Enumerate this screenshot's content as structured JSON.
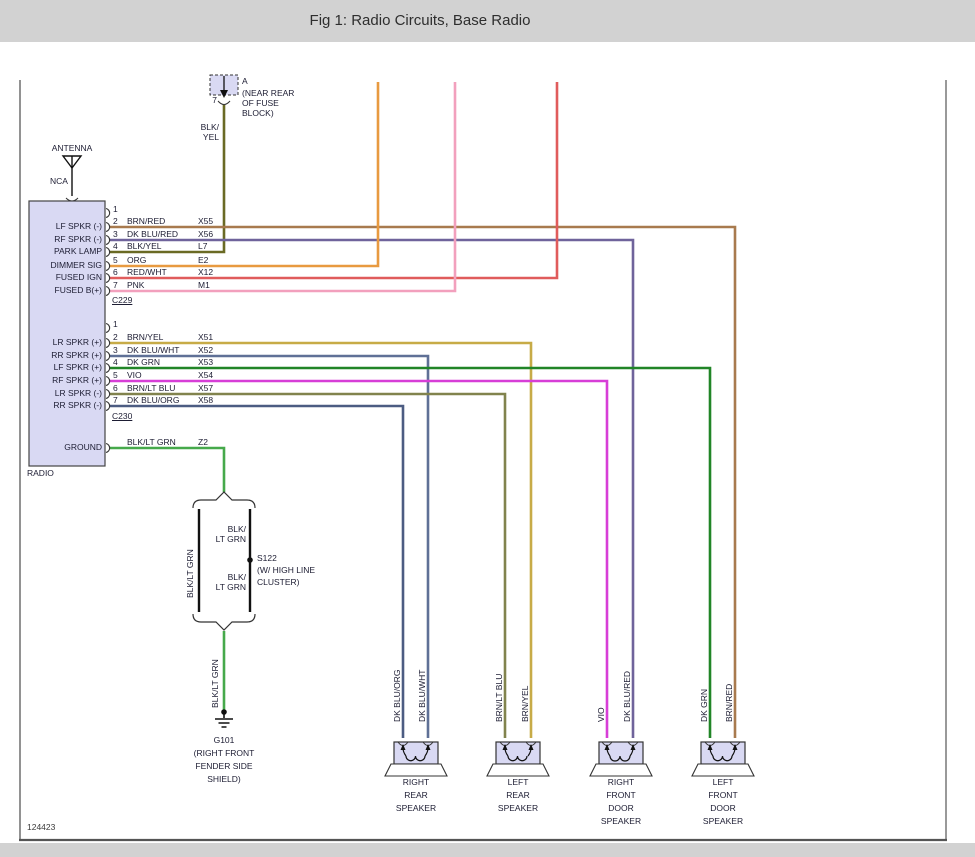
{
  "title": "Fig 1: Radio Circuits, Base Radio",
  "doc_number": "124423",
  "colors": {
    "BRN/RED": "#a87a4e",
    "DK BLU/RED": "#6f639b",
    "BLK/YEL": "#6a6a24",
    "ORG": "#e89a40",
    "RED/WHT": "#e05c5c",
    "PNK": "#f2a0bd",
    "BRN/YEL": "#c7ab47",
    "DK BLU/WHT": "#5f7096",
    "DK GRN": "#218527",
    "VIO": "#d73ed7",
    "BRN/LT BLU": "#81834d",
    "DK BLU/ORG": "#4c5c82",
    "BLK/LT GRN": "#46a94b"
  },
  "fuse_block_connector": {
    "id": "A",
    "pin": "7",
    "location": [
      "(NEAR REAR",
      "OF FUSE",
      "BLOCK)"
    ],
    "wire_label": [
      "BLK/",
      "YEL"
    ]
  },
  "antenna": {
    "label": "ANTENNA",
    "code": "NCA"
  },
  "radio": {
    "label": "RADIO",
    "connector1": {
      "name": "C229",
      "pins": [
        {
          "num": "1",
          "signal": "",
          "color": "",
          "code": ""
        },
        {
          "num": "2",
          "signal": "LF SPKR (-)",
          "color": "BRN/RED",
          "code": "X55"
        },
        {
          "num": "3",
          "signal": "RF SPKR (-)",
          "color": "DK BLU/RED",
          "code": "X56"
        },
        {
          "num": "4",
          "signal": "PARK LAMP",
          "color": "BLK/YEL",
          "code": "L7"
        },
        {
          "num": "5",
          "signal": "DIMMER SIG",
          "color": "ORG",
          "code": "E2"
        },
        {
          "num": "6",
          "signal": "FUSED IGN",
          "color": "RED/WHT",
          "code": "X12"
        },
        {
          "num": "7",
          "signal": "FUSED B(+)",
          "color": "PNK",
          "code": "M1"
        }
      ]
    },
    "connector2": {
      "name": "C230",
      "pins": [
        {
          "num": "1",
          "signal": "",
          "color": "",
          "code": ""
        },
        {
          "num": "2",
          "signal": "LR SPKR (+)",
          "color": "BRN/YEL",
          "code": "X51"
        },
        {
          "num": "3",
          "signal": "RR SPKR (+)",
          "color": "DK BLU/WHT",
          "code": "X52"
        },
        {
          "num": "4",
          "signal": "LF SPKR (+)",
          "color": "DK GRN",
          "code": "X53"
        },
        {
          "num": "5",
          "signal": "RF SPKR (+)",
          "color": "VIO",
          "code": "X54"
        },
        {
          "num": "6",
          "signal": "LR SPKR (-)",
          "color": "BRN/LT BLU",
          "code": "X57"
        },
        {
          "num": "7",
          "signal": "RR SPKR (-)",
          "color": "DK BLU/ORG",
          "code": "X58"
        }
      ]
    },
    "ground_pin": {
      "signal": "GROUND",
      "color": "BLK/LT GRN",
      "code": "Z2"
    }
  },
  "splice": {
    "id": "S122",
    "note": [
      "(W/ HIGH LINE",
      "CLUSTER)"
    ],
    "left_branch_label": "BLK/LT GRN",
    "right_branch_labels": [
      [
        "BLK/",
        "LT GRN"
      ],
      [
        "BLK/",
        "LT GRN"
      ]
    ]
  },
  "ground": {
    "id": "G101",
    "wire_label": "BLK/LT GRN",
    "location": [
      "(RIGHT FRONT",
      "FENDER SIDE",
      "SHIELD)"
    ]
  },
  "speakers": [
    {
      "name": [
        "RIGHT",
        "REAR",
        "SPEAKER"
      ],
      "left_wire": "DK BLU/ORG",
      "right_wire": "DK BLU/WHT"
    },
    {
      "name": [
        "LEFT",
        "REAR",
        "SPEAKER"
      ],
      "left_wire": "BRN/LT BLU",
      "right_wire": "BRN/YEL"
    },
    {
      "name": [
        "RIGHT",
        "FRONT",
        "DOOR",
        "SPEAKER"
      ],
      "left_wire": "VIO",
      "right_wire": "DK BLU/RED"
    },
    {
      "name": [
        "LEFT",
        "FRONT",
        "DOOR",
        "SPEAKER"
      ],
      "left_wire": "DK GRN",
      "right_wire": "BRN/RED"
    }
  ]
}
